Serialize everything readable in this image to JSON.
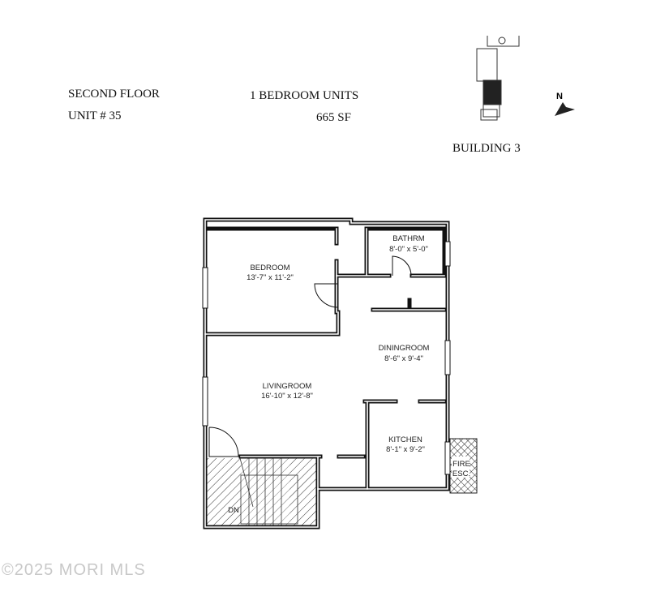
{
  "header": {
    "floor": "SECOND FLOOR",
    "unit": "UNIT # 35",
    "unit_type": "1 BEDROOM UNITS",
    "area": "665 SF",
    "building": "BUILDING 3"
  },
  "compass": {
    "label": "N"
  },
  "rooms": {
    "bathroom": {
      "name": "BATHRM",
      "size": "8'-0\" x 5'-0\""
    },
    "bedroom": {
      "name": "BEDROOM",
      "size": "13'-7\" x 11'-2\""
    },
    "diningroom": {
      "name": "DININGROOM",
      "size": "8'-6\" x 9'-4\""
    },
    "livingroom": {
      "name": "LIVINGROOM",
      "size": "16'-10\" x 12'-8\""
    },
    "kitchen": {
      "name": "KITCHEN",
      "size": "8'-1\" x 9'-2\""
    },
    "fire_escape": {
      "line1": "FIRE",
      "line2": "ESC."
    },
    "stairs": {
      "label": "DN"
    }
  },
  "watermark": "©2025 MORI MLS"
}
